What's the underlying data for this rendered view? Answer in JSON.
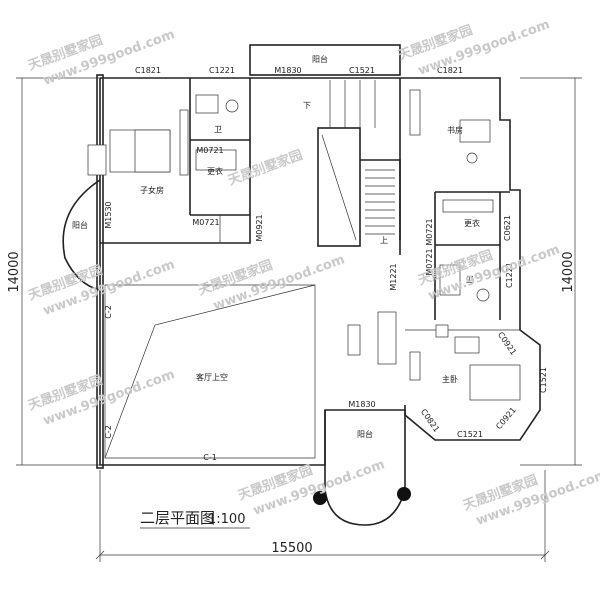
{
  "plan_title": "二层平面图",
  "scale": "1:100",
  "dimensions": {
    "width_total": "15500",
    "height_left": "14000",
    "height_right": "14000"
  },
  "rooms": {
    "balcony_top": "阳台",
    "balcony_left": "阳台",
    "balcony_bottom": "阳台",
    "children_room": "子女房",
    "bath_left": "卫",
    "closet_left": "更衣",
    "study": "书房",
    "closet_right": "更衣",
    "bath_right": "卫",
    "master_bedroom": "主卧",
    "living_void": "客厅上空"
  },
  "stair_marks": {
    "down": "下",
    "up": "上"
  },
  "openings": {
    "c1821_left": "C1821",
    "c1221": "C1221",
    "m1830_top": "M1830",
    "c1521_top": "C1521",
    "c1821_right": "C1821",
    "m0721_a": "M0721",
    "m0721_b": "M0721",
    "m0921": "M0921",
    "m1530": "M1530",
    "m0721_c": "M0721",
    "m1221": "M1221",
    "m0721_d": "M0721",
    "c0621": "C0621",
    "c1221_r": "C1221",
    "c0921_a": "C0921",
    "c1521_r": "C1521",
    "c0921_b": "C0921",
    "c0821": "C0821",
    "c1521_bottom": "C1521",
    "m1830_bottom": "M1830",
    "c2_a": "C-2",
    "c2_b": "C-2",
    "c1": "C-1"
  },
  "watermark": {
    "brand": "天晟别墅家园",
    "url": "www.999good.com"
  }
}
